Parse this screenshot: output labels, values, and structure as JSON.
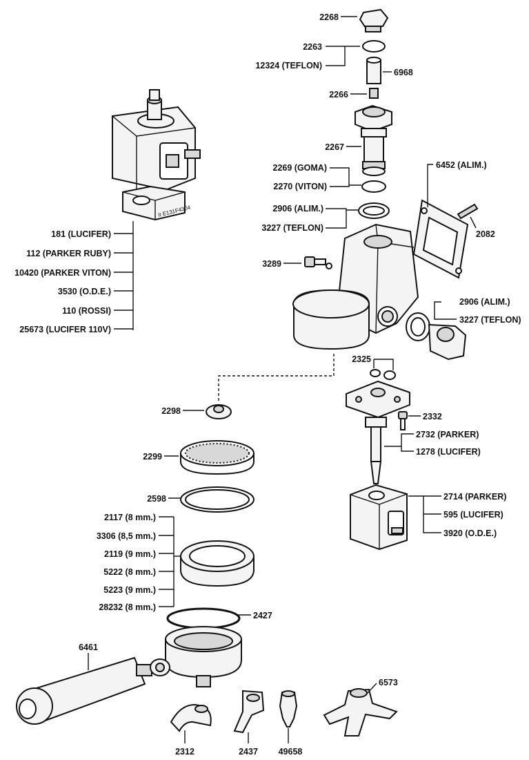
{
  "labels": {
    "p2268": "2268",
    "p2263": "2263",
    "p12324": "12324 (TEFLON)",
    "p6968": "6968",
    "p2266": "2266",
    "p2267": "2267",
    "p2269": "2269 (GOMA)",
    "p2270": "2270 (VITON)",
    "p6452": "6452 (ALIM.)",
    "p2906a": "2906 (ALIM.)",
    "p3227a": "3227 (TEFLON)",
    "p2082": "2082",
    "p3289": "3289",
    "p2906b": "2906 (ALIM.)",
    "p3227b": "3227 (TEFLON)",
    "p181": "181 (LUCIFER)",
    "p112": "112 (PARKER RUBY)",
    "p10420": "10420 (PARKER VITON)",
    "p3530": "3530 (O.D.E.)",
    "p110": "110 (ROSSI)",
    "p25673": "25673 (LUCIFER 110V)",
    "p2325": "2325",
    "p2298": "2298",
    "p2332": "2332",
    "p2732": "2732 (PARKER)",
    "p1278": "1278 (LUCIFER)",
    "p2299": "2299",
    "p2714": "2714 (PARKER)",
    "p595": "595 (LUCIFER)",
    "p3920": "3920 (O.D.E.)",
    "p2598": "2598",
    "p2117": "2117 (8 mm.)",
    "p3306": "3306 (8,5 mm.)",
    "p2119": "2119 (9 mm.)",
    "p5222": "5222 (8 mm.)",
    "p5223": "5223 (9 mm.)",
    "p28232": "28232 (8 mm.)",
    "p2427": "2427",
    "p6461": "6461",
    "p6573": "6573",
    "p2312": "2312",
    "p2437": "2437",
    "p49658": "49658"
  },
  "valve_stamp": "II E131F4304"
}
